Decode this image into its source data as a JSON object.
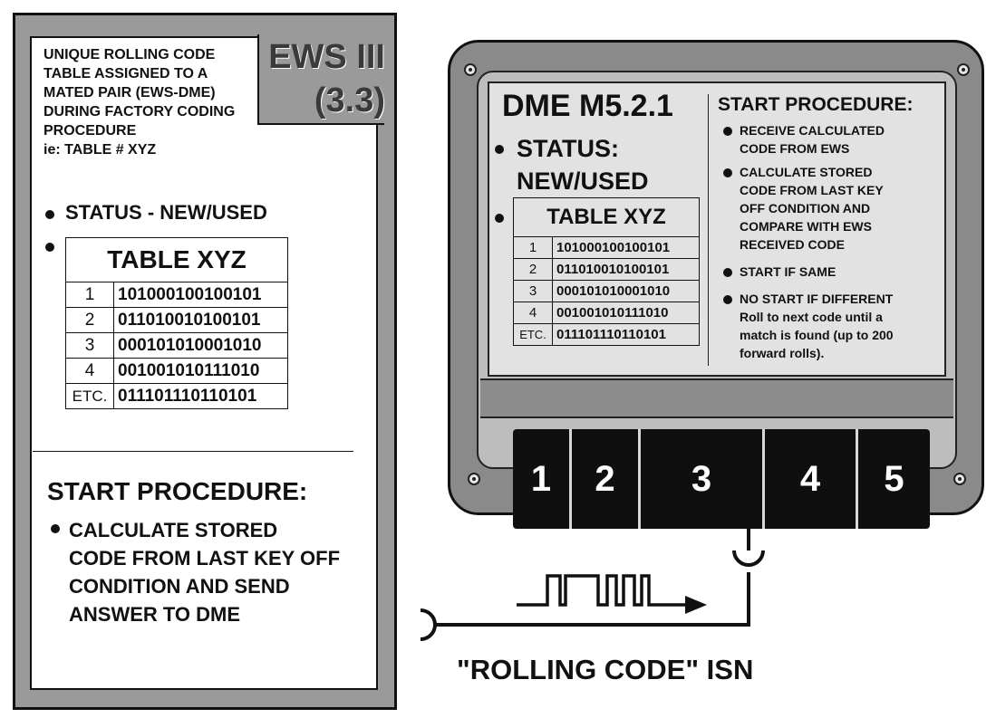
{
  "ews": {
    "title": "EWS III",
    "subtitle": "(3.3)",
    "description_lines": [
      "UNIQUE ROLLING CODE",
      "TABLE ASSIGNED TO A",
      "MATED PAIR (EWS-DME)",
      "DURING FACTORY CODING",
      "PROCEDURE",
      "ie: TABLE # XYZ"
    ],
    "status": "STATUS - NEW/USED",
    "table": {
      "title": "TABLE XYZ",
      "rows": [
        {
          "index": "1",
          "code": "101000100100101"
        },
        {
          "index": "2",
          "code": "011010010100101"
        },
        {
          "index": "3",
          "code": "000101010001010"
        },
        {
          "index": "4",
          "code": "001001010111010"
        },
        {
          "index": "ETC.",
          "code": "011101110110101"
        }
      ]
    },
    "start_procedure": {
      "heading": "START PROCEDURE:",
      "lines": [
        "CALCULATE STORED",
        "CODE FROM LAST KEY OFF",
        "CONDITION AND SEND",
        "ANSWER TO DME"
      ]
    }
  },
  "dme": {
    "title": "DME M5.2.1",
    "status_lines": [
      "STATUS:",
      "NEW/USED"
    ],
    "table": {
      "title": "TABLE XYZ",
      "rows": [
        {
          "index": "1",
          "code": "101000100100101"
        },
        {
          "index": "2",
          "code": "011010010100101"
        },
        {
          "index": "3",
          "code": "000101010001010"
        },
        {
          "index": "4",
          "code": "001001010111010"
        },
        {
          "index": "ETC.",
          "code": "011101110110101"
        }
      ]
    },
    "start_procedure": {
      "heading": "START PROCEDURE:",
      "steps": [
        {
          "lines": [
            "RECEIVE CALCULATED",
            "CODE FROM EWS"
          ]
        },
        {
          "lines": [
            "CALCULATE STORED",
            "CODE FROM LAST KEY",
            "OFF CONDITION AND",
            "COMPARE WITH EWS",
            "RECEIVED CODE"
          ]
        },
        {
          "lines": [
            "START IF SAME"
          ]
        },
        {
          "lines": [
            "NO START IF DIFFERENT",
            "Roll to next code until a",
            "match is found (up to 200",
            "forward rolls)."
          ]
        }
      ]
    },
    "connector_pins": [
      "1",
      "2",
      "3",
      "4",
      "5"
    ]
  },
  "signal_caption": "\"ROLLING CODE\" ISN"
}
